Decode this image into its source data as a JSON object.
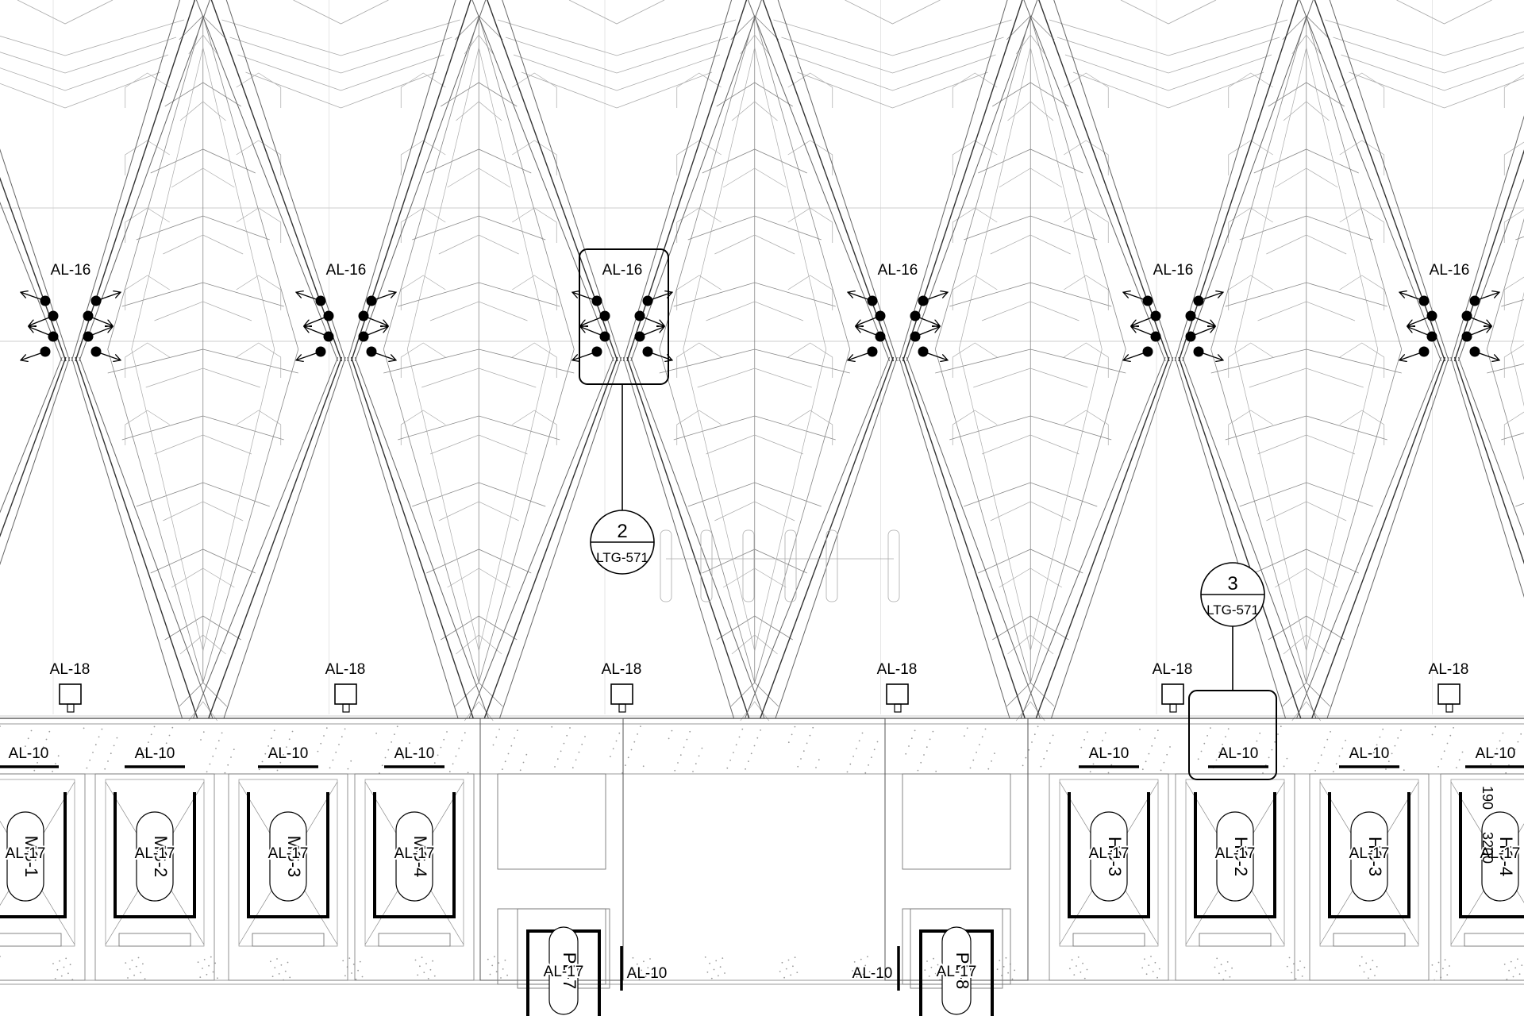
{
  "title": "",
  "tags": {
    "al16": "AL-16",
    "al18": "AL-18",
    "al10": "AL-10",
    "al17": "AL-17"
  },
  "callouts": [
    {
      "number": "2",
      "sheet": "LTG-571"
    },
    {
      "number": "3",
      "sheet": "LTG-571"
    }
  ],
  "fixture_labels": [
    "MS-1",
    "MS-2",
    "MS-3",
    "MS-4",
    "HS-3",
    "HS-2",
    "HS-3",
    "HS-4",
    "PL-7",
    "PL-8"
  ],
  "dimension_text": [
    "190",
    "3200"
  ]
}
